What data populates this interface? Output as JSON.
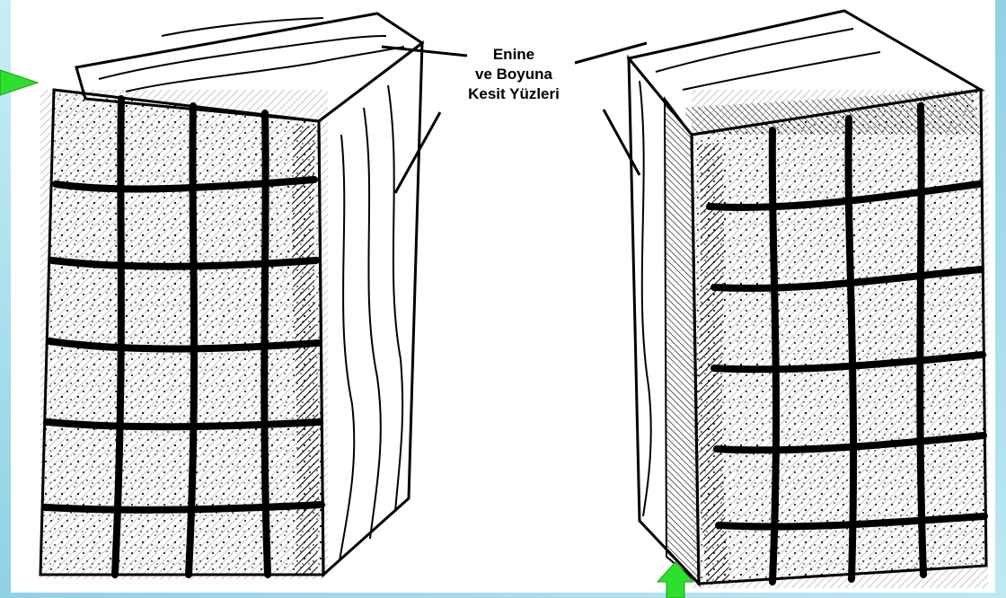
{
  "callout": {
    "lines": [
      "Enine",
      "ve Boyuna",
      "Kesit Yüzleri"
    ]
  },
  "colors": {
    "background_frame": "#9ed9e6",
    "panel": "#ffffff",
    "ink": "#000000",
    "arrow": "#2ee02e"
  },
  "markers": [
    {
      "name": "left-marker-arrow-icon",
      "direction": "right"
    },
    {
      "name": "bottom-marker-arrow-icon",
      "direction": "up"
    }
  ]
}
